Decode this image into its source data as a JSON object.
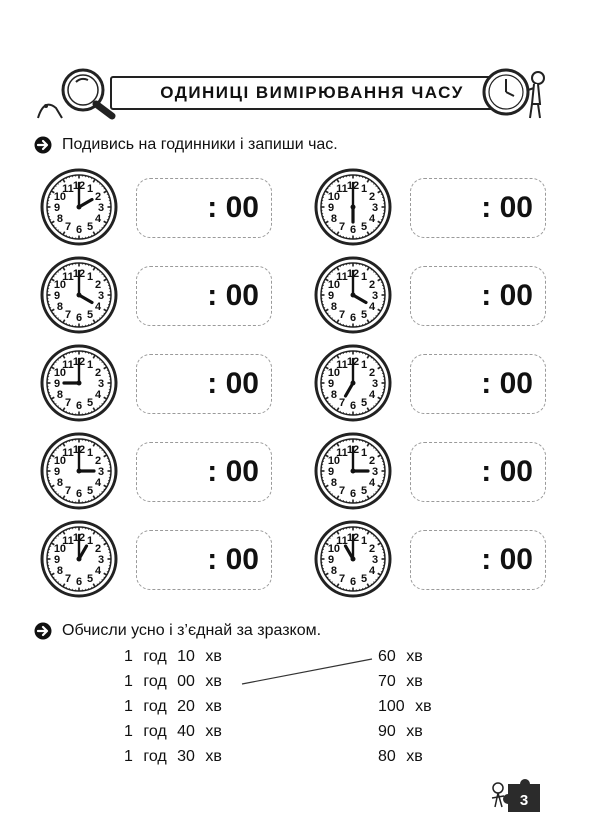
{
  "header": {
    "title": "ОДИНИЦІ ВИМІРЮВАННЯ ЧАСУ"
  },
  "task1": {
    "instruction": "Подивись на годинники і запиши час.",
    "answer_suffix": ": 00",
    "clocks": [
      {
        "hour": 2,
        "minute": 0
      },
      {
        "hour": 6,
        "minute": 0
      },
      {
        "hour": 4,
        "minute": 0
      },
      {
        "hour": 4,
        "minute": 0
      },
      {
        "hour": 9,
        "minute": 0
      },
      {
        "hour": 7,
        "minute": 0
      },
      {
        "hour": 3,
        "minute": 0
      },
      {
        "hour": 3,
        "minute": 0
      },
      {
        "hour": 1,
        "minute": 0
      },
      {
        "hour": 11,
        "minute": 0
      }
    ]
  },
  "task2": {
    "instruction": "Обчисли усно і з’єднай за зразком.",
    "left": [
      "1 год 10 хв",
      "1 год 00 хв",
      "1 год 20 хв",
      "1 год 40 хв",
      "1 год 30 хв"
    ],
    "right": [
      "60 хв",
      "70 хв",
      "100 хв",
      "90 хв",
      "80 хв"
    ]
  },
  "page_number": "3",
  "icons": {
    "arrow": "arrow-right-circle-icon",
    "magnifier": "magnifying-glass-icon",
    "clock_kid": "clock-character-icon",
    "puzzle": "puzzle-piece-icon"
  }
}
